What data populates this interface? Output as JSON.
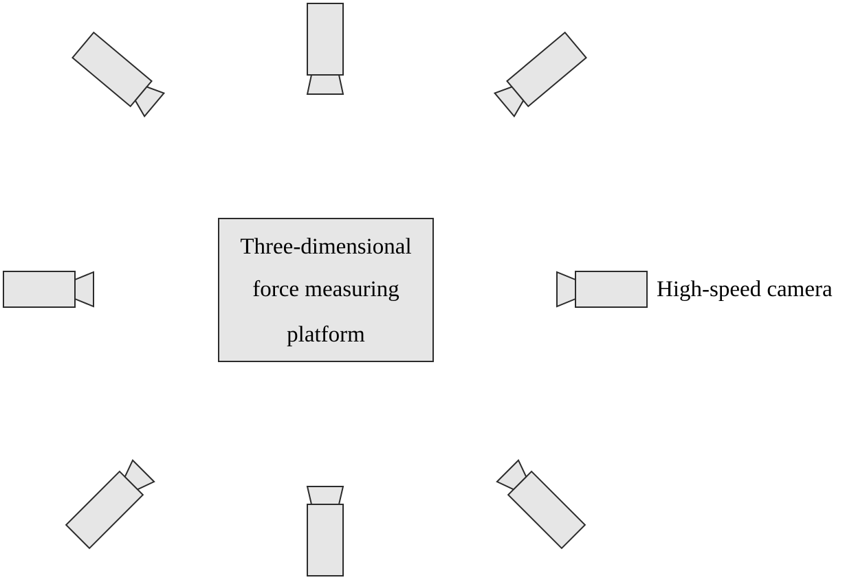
{
  "platform": {
    "lines": [
      "Three-dimensional",
      "force measuring",
      "platform"
    ]
  },
  "camera_label": "High-speed camera",
  "cameras": [
    {
      "id": "top-left",
      "icon": "camera-icon"
    },
    {
      "id": "top",
      "icon": "camera-icon"
    },
    {
      "id": "top-right",
      "icon": "camera-icon"
    },
    {
      "id": "left",
      "icon": "camera-icon"
    },
    {
      "id": "right",
      "icon": "camera-icon"
    },
    {
      "id": "bottom-left",
      "icon": "camera-icon"
    },
    {
      "id": "bottom",
      "icon": "camera-icon"
    },
    {
      "id": "bottom-right",
      "icon": "camera-icon"
    }
  ],
  "colors": {
    "fill": "#e6e6e6",
    "stroke": "#2b2b2b",
    "text": "#000000"
  }
}
